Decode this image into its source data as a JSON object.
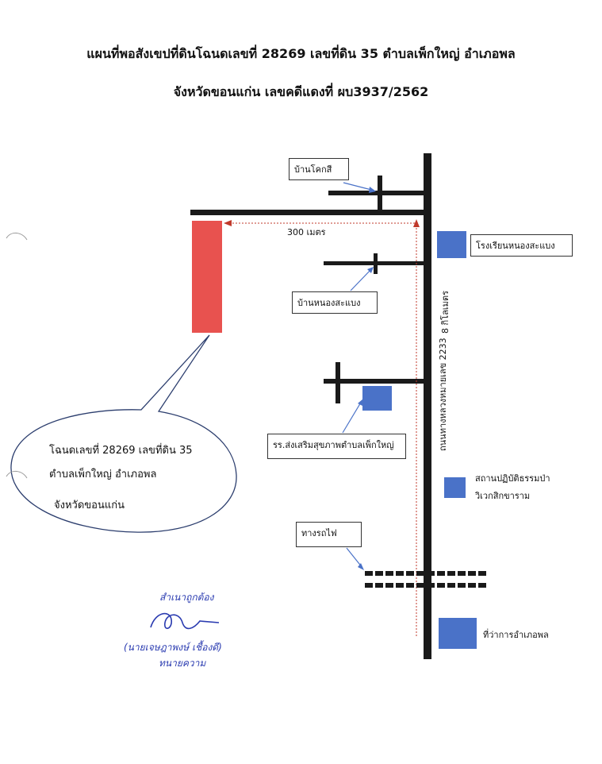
{
  "title": {
    "line1": "แผนที่พอสังเขปที่ดินโฉนดเลขที่ 28269 เลขที่ดิน 35 ตำบลเพ็กใหญ่ อำเภอพล",
    "line2": "จังหวัดขอนแก่น  เลขคดีแดงที่ ผบ3937/2562"
  },
  "labels": {
    "distance_300": "300 เมตร",
    "ban_khok_si": "บ้านโคกสี",
    "school_nong_sa_baeng": "โรงเรียนหนองสะแบง",
    "ban_nong_sa_baeng": "บ้านหนองสะแบง",
    "road_name": "ถนนทางหลวงหมายเลข 2233",
    "distance_8km": "8 กิโลเมตร",
    "health_promotion": "รร.ส่งเสริมสุขภาพตำบลเพ็กใหญ่",
    "temple_line1": "สถานปฏิบัติธรรมป่า",
    "temple_line2": "วิเวกสิกขาราม",
    "railway": "ทางรถไฟ",
    "district_office": "ที่ว่าการอำเภอพล"
  },
  "bubble": {
    "line1": "โฉนดเลขที่ 28269 เลขที่ดิน 35",
    "line2": "ตำบลเพ็กใหญ่ อำเภอพล",
    "line3": "จังหวัดขอนแก่น"
  },
  "signature": {
    "certified": "สำเนาถูกต้อง",
    "name": "(นายเจษฎาพงษ์  เชื้องดี)",
    "role": "ทนายความ"
  },
  "colors": {
    "road": "#1a1a1a",
    "parcel": "#e8524f",
    "landmark": "#4a72c8",
    "route": "#c0392b",
    "bubble": "#2c3e6e",
    "signature": "#2a3bb0"
  }
}
